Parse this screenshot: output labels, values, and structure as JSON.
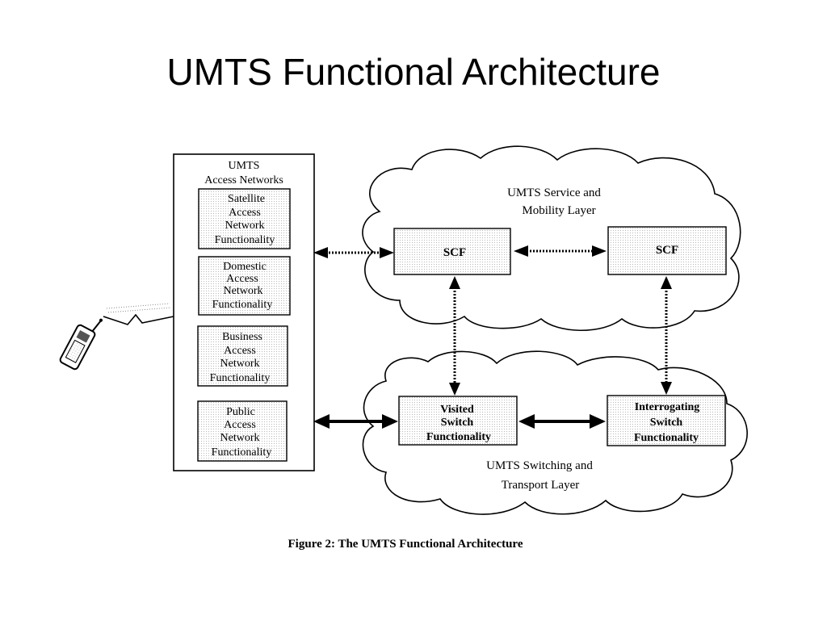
{
  "title": "UMTS Functional Architecture",
  "access": {
    "heading_line1": "UMTS",
    "heading_line2": "Access Networks",
    "boxes": [
      [
        "Satellite",
        "Access",
        "Network",
        "Functionality"
      ],
      [
        "Domestic",
        "Access",
        "Network",
        "Functionality"
      ],
      [
        "Business",
        "Access",
        "Network",
        "Functionality"
      ],
      [
        "Public",
        "Access",
        "Network",
        "Functionality"
      ]
    ]
  },
  "service_layer": {
    "label_line1": "UMTS Service and",
    "label_line2": "Mobility Layer",
    "scf_left": "SCF",
    "scf_right": "SCF"
  },
  "switching_layer": {
    "label_line1": "UMTS Switching and",
    "label_line2": "Transport Layer",
    "visited": [
      "Visited",
      "Switch",
      "Functionality"
    ],
    "interrogating": [
      "Interrogating",
      "Switch",
      "Functionality"
    ]
  },
  "caption": "Figure 2: The UMTS Functional Architecture",
  "icons": {
    "mobile": "mobile-phone-icon",
    "radio": "radio-link-icon"
  }
}
